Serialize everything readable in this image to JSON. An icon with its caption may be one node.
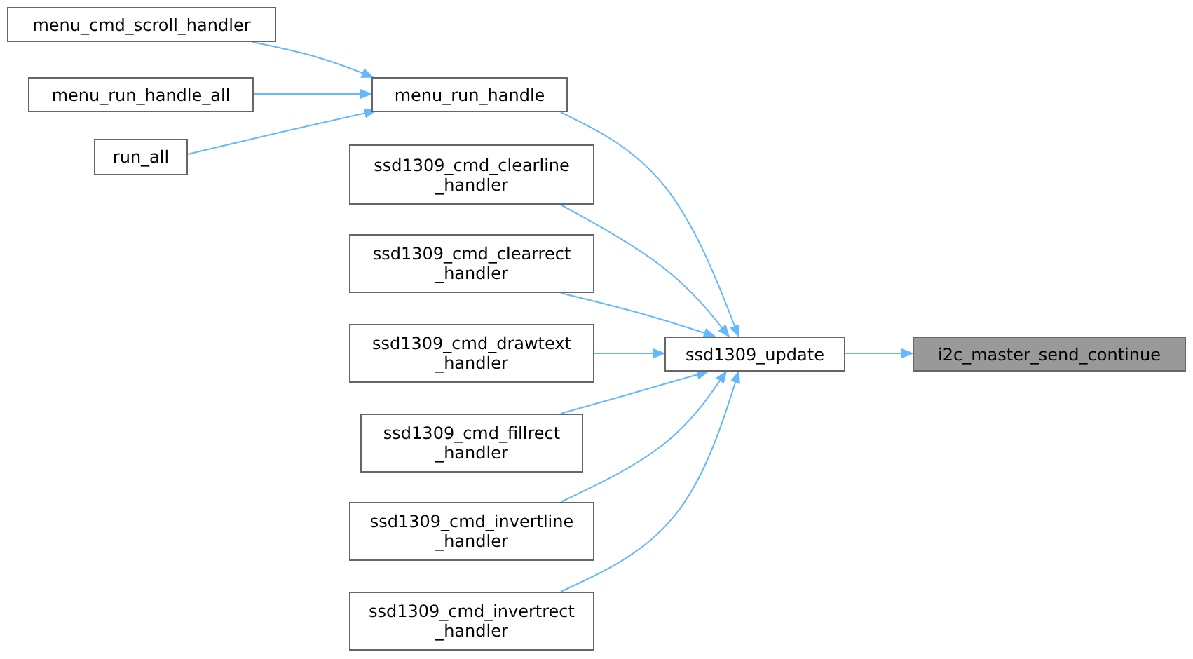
{
  "diagram": {
    "nodes": [
      {
        "text": [
          "menu_cmd_scroll_handler"
        ]
      },
      {
        "text": [
          "menu_run_handle_all"
        ]
      },
      {
        "text": [
          "run_all"
        ]
      },
      {
        "text": [
          "menu_run_handle"
        ]
      },
      {
        "text": [
          "ssd1309_cmd_clearline _handler"
        ]
      },
      {
        "text": [
          "ssd1309_cmd_clearrect _handler"
        ]
      },
      {
        "text": [
          "ssd1309_cmd_drawtext _handler"
        ]
      },
      {
        "text": [
          "ssd1309_update"
        ]
      },
      {
        "text": [
          "i2c_master_send_continue"
        ]
      },
      {
        "text": [
          "ssd1309_cmd_fillrect _handler"
        ]
      },
      {
        "text": [
          "ssd1309_cmd_invertline _handler"
        ]
      },
      {
        "text": [
          "ssd1309_cmd_invertrect _handler"
        ]
      }
    ],
    "edges": [
      {
        "from": 0,
        "to": 3,
        "arrow": "to"
      },
      {
        "from": 1,
        "to": 3,
        "arrow": "to"
      },
      {
        "from": 2,
        "to": 3,
        "arrow": "to"
      },
      {
        "from": 3,
        "to": 7,
        "arrow": "to"
      },
      {
        "from": 4,
        "to": 7,
        "arrow": "to"
      },
      {
        "from": 5,
        "to": 7,
        "arrow": "to"
      },
      {
        "from": 6,
        "to": 7,
        "arrow": "to"
      },
      {
        "from": 9,
        "to": 7,
        "arrow": "to"
      },
      {
        "from": 10,
        "to": 7,
        "arrow": "to"
      },
      {
        "from": 11,
        "to": 7,
        "arrow": "to"
      },
      {
        "from": 7,
        "to": 8,
        "arrow": "to"
      }
    ]
  }
}
